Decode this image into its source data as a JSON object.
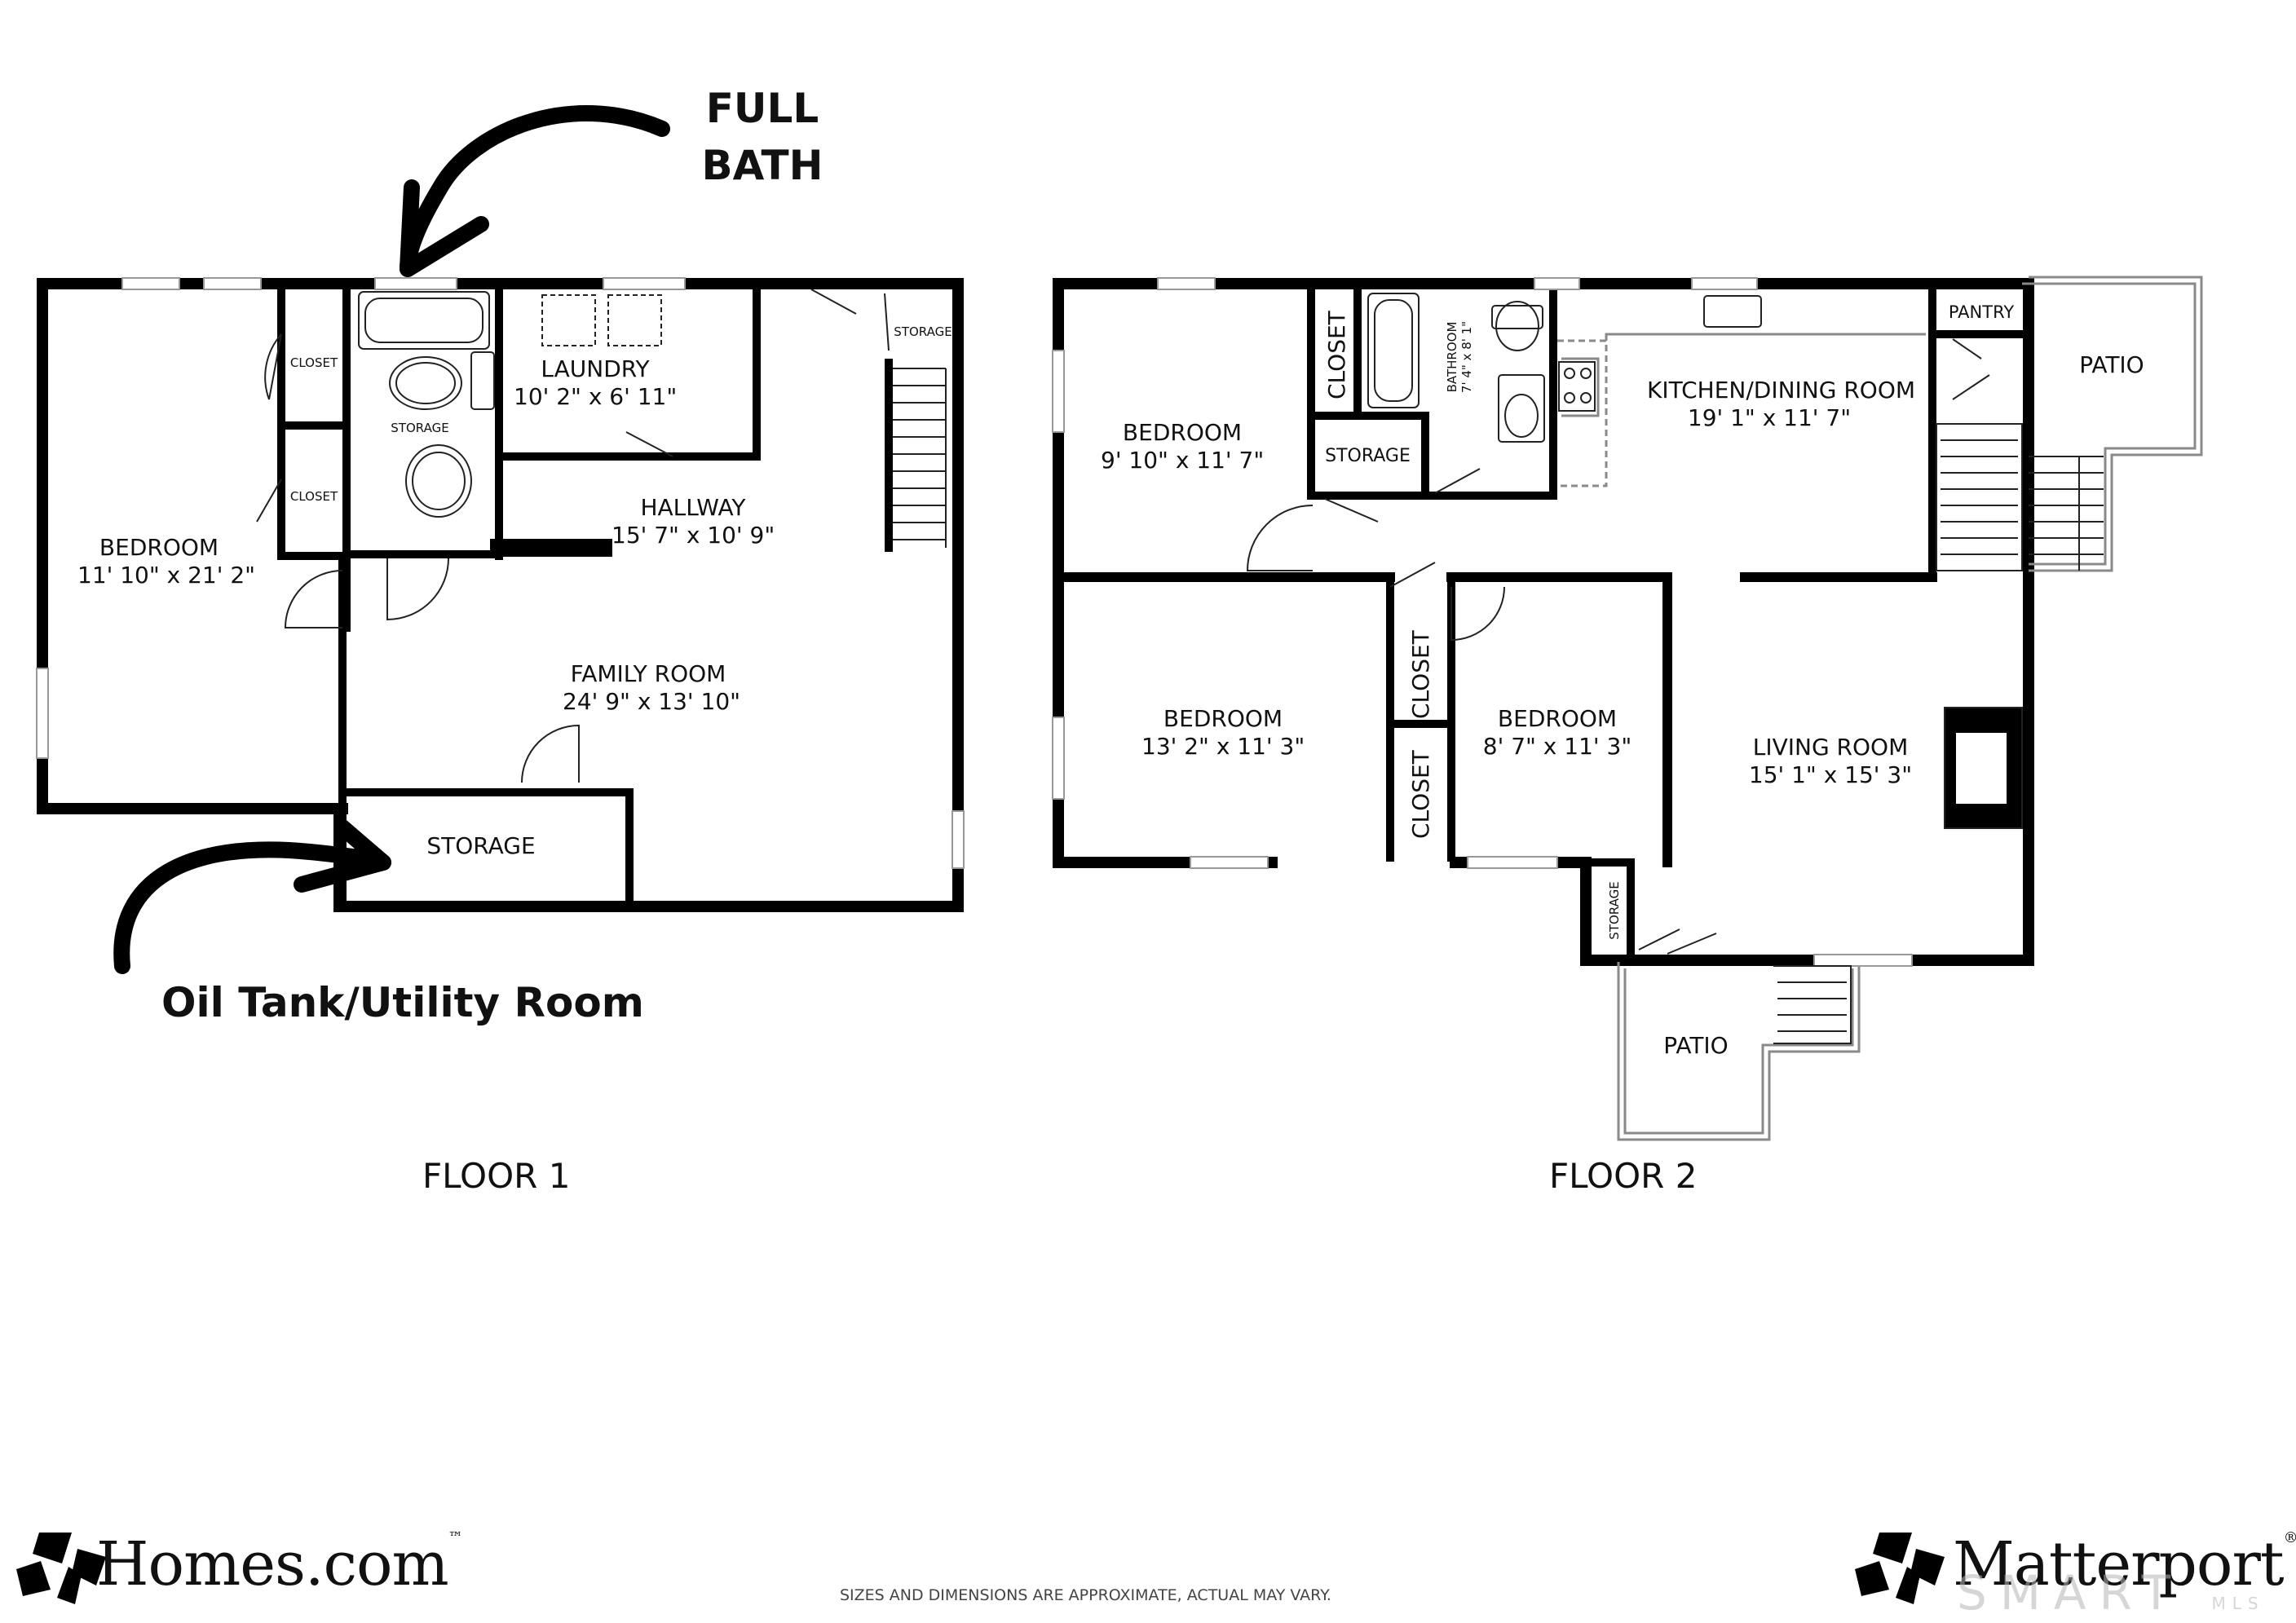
{
  "annotations": {
    "full_bath": [
      "FULL",
      "BATH"
    ],
    "oil_tank": "Oil Tank/Utility Room"
  },
  "floor1": {
    "label": "FLOOR 1",
    "bedroom": {
      "name": "BEDROOM",
      "dims": "11' 10\" x 21' 2\""
    },
    "closet_a": "CLOSET",
    "closet_b": "CLOSET",
    "bath_storage": "STORAGE",
    "laundry": {
      "name": "LAUNDRY",
      "dims": "10' 2\" x 6' 11\""
    },
    "storage_corner": "STORAGE",
    "hallway": {
      "name": "HALLWAY",
      "dims": "15' 7\" x 10' 9\""
    },
    "family_room": {
      "name": "FAMILY ROOM",
      "dims": "24' 9\" x 13' 10\""
    },
    "storage_utility": "STORAGE"
  },
  "floor2": {
    "label": "FLOOR 2",
    "bedroom_nw": {
      "name": "BEDROOM",
      "dims": "9' 10\" x 11' 7\""
    },
    "closet_top": "CLOSET",
    "storage_top": "STORAGE",
    "bathroom": {
      "name": "BATHROOM",
      "dims": "7' 4\" x 8' 1\""
    },
    "kitchen": {
      "name": "KITCHEN/DINING ROOM",
      "dims": "19' 1\" x 11' 7\""
    },
    "pantry": "PANTRY",
    "patio_east": "PATIO",
    "bedroom_sw": {
      "name": "BEDROOM",
      "dims": "13' 2\" x 11' 3\""
    },
    "closet_mid_a": "CLOSET",
    "closet_mid_b": "CLOSET",
    "bedroom_mid": {
      "name": "BEDROOM",
      "dims": "8' 7\" x 11' 3\""
    },
    "living_room": {
      "name": "LIVING ROOM",
      "dims": "15' 1\" x 15' 3\""
    },
    "storage_small": "STORAGE",
    "patio_south": "PATIO"
  },
  "footer": {
    "disclaimer": "SIZES AND DIMENSIONS ARE APPROXIMATE, ACTUAL MAY VARY.",
    "brand_left": "Homes.com",
    "brand_left_tm": "™",
    "brand_right": "Matterport",
    "brand_right_reg": "®",
    "watermark": "SMART",
    "watermark_sub": "MLS"
  },
  "colors": {
    "wall": "#000000",
    "light_line": "#9a9a9a",
    "background": "#ffffff"
  }
}
